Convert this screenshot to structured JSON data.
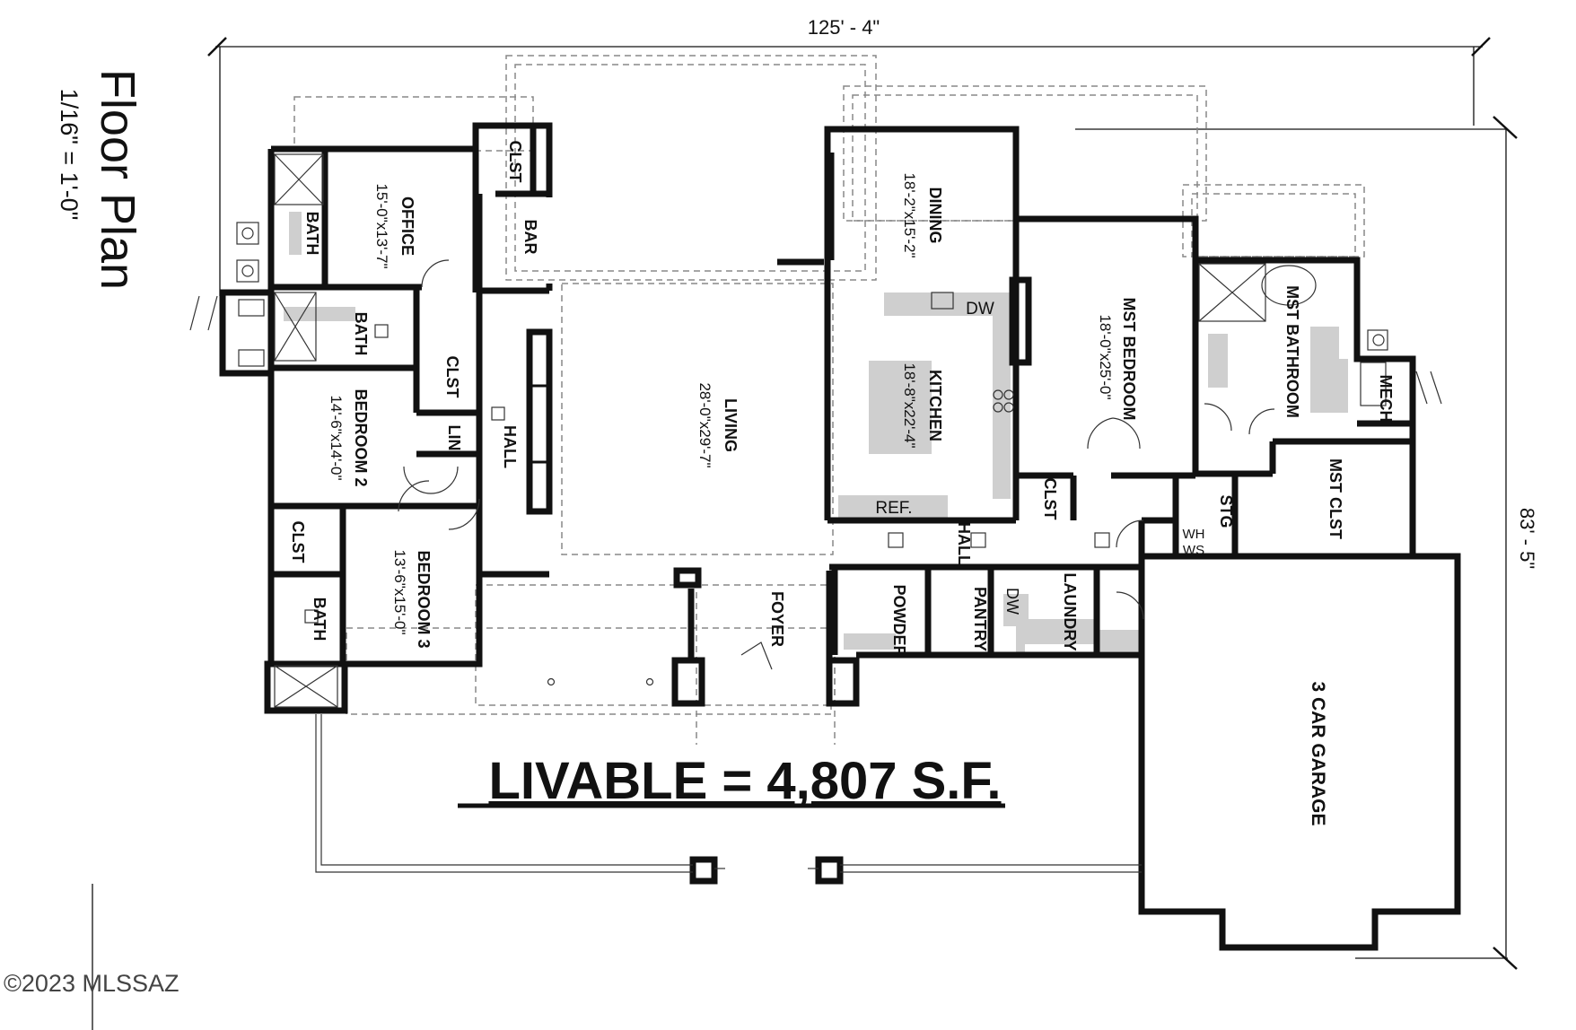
{
  "title": "Floor Plan",
  "scale": "1/16\" = 1'-0\"",
  "dimensions": {
    "width": "125' - 4\"",
    "depth": "83' - 5\""
  },
  "livable": "LIVABLE = 4,807 S.F.",
  "watermark": "©2023 MLSSAZ",
  "rooms": {
    "office": {
      "label": "OFFICE",
      "size": "15'-0\"x13'-7\""
    },
    "bath_office": {
      "label": "BATH"
    },
    "clst_bar": {
      "label": "CLST"
    },
    "bar": {
      "label": "BAR"
    },
    "bath_2": {
      "label": "BATH"
    },
    "bedroom2": {
      "label": "BEDROOM 2",
      "size": "14'-6\"x14'-0\""
    },
    "clst_b2": {
      "label": "CLST"
    },
    "lin": {
      "label": "LIN"
    },
    "hall_left": {
      "label": "HALL"
    },
    "clst_b3": {
      "label": "CLST"
    },
    "bath_3": {
      "label": "BATH"
    },
    "bedroom3": {
      "label": "BEDROOM 3",
      "size": "13'-6\"x15'-0\""
    },
    "living": {
      "label": "LIVING",
      "size": "28'-0\"x29'-7\""
    },
    "foyer": {
      "label": "FOYER"
    },
    "dining": {
      "label": "DINING",
      "size": "18'-2\"x15'-2\""
    },
    "kitchen": {
      "label": "KITCHEN",
      "size": "18'-8\"x22'-4\""
    },
    "dw_kitchen": {
      "label": "DW"
    },
    "ref": {
      "label": "REF."
    },
    "hall_center": {
      "label": "HALL"
    },
    "powder": {
      "label": "POWDER"
    },
    "pantry": {
      "label": "PANTRY"
    },
    "laundry": {
      "label": "LAUNDRY"
    },
    "dw_pantry": {
      "label": "DW"
    },
    "clst_mst": {
      "label": "CLST"
    },
    "mst_bedroom": {
      "label": "MST BEDROOM",
      "size": "18'-0\"x25'-0\""
    },
    "mst_bathroom": {
      "label": "MST BATHROOM"
    },
    "mech": {
      "label": "MECH"
    },
    "mst_clst": {
      "label": "MST CLST"
    },
    "stg": {
      "label": "STG"
    },
    "wh": {
      "label": "WH"
    },
    "ws": {
      "label": "WS"
    },
    "garage": {
      "label": "3 CAR GARAGE"
    }
  }
}
